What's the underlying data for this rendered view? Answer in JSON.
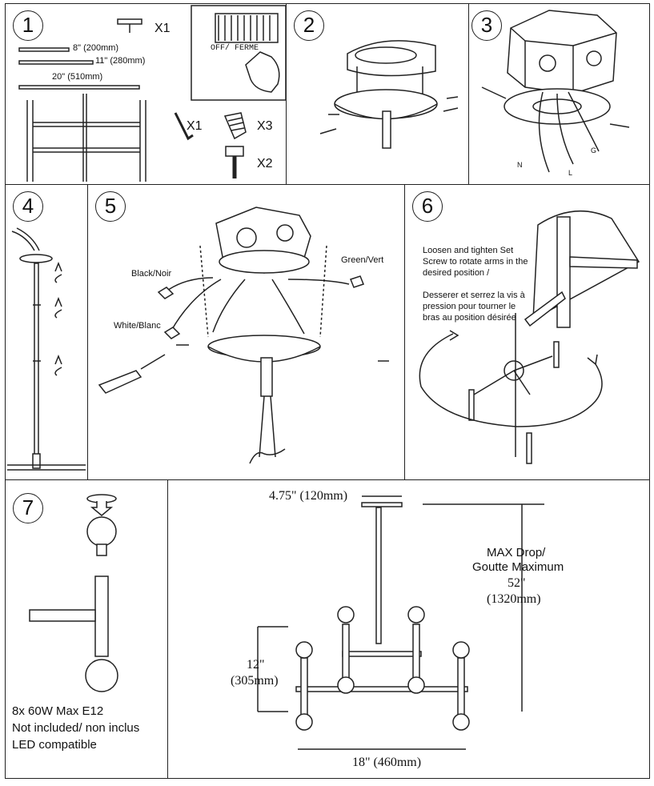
{
  "steps": [
    "1",
    "2",
    "3",
    "4",
    "5",
    "6",
    "7"
  ],
  "step1": {
    "qty_mount": "X1",
    "rod_8": "8\" (200mm)",
    "rod_11": "11\" (280mm)",
    "rod_20": "20\" (510mm)",
    "switch_label": "OFF/ FERME",
    "qty_key": "X1",
    "qty_nuts": "X3",
    "qty_screws": "X2"
  },
  "step3": {
    "wire_n": "N",
    "wire_l": "L",
    "ground": "G"
  },
  "step5": {
    "black": "Black/Noir",
    "white": "White/Blanc",
    "green": "Green/Vert"
  },
  "step6": {
    "instruction_en": "Loosen and tighten Set Screw to rotate arms in the desired position /",
    "instruction_fr": "Desserer et serrez la vis à pression pour tourner le bras au position désirée"
  },
  "step7": {
    "bulb_line1": "8x 60W Max E12",
    "bulb_line2": "Not included/ non inclus",
    "bulb_line3": "LED compatible"
  },
  "dimensions": {
    "canopy": "4.75\" (120mm)",
    "drop_en": "MAX Drop/",
    "drop_fr": "Goutte Maximum",
    "drop_in": "52\"",
    "drop_mm": "(1320mm)",
    "height_in": "12\"",
    "height_mm": "(305mm)",
    "width": "18\" (460mm)"
  },
  "colors": {
    "line": "#222222",
    "fill": "#ffffff"
  }
}
